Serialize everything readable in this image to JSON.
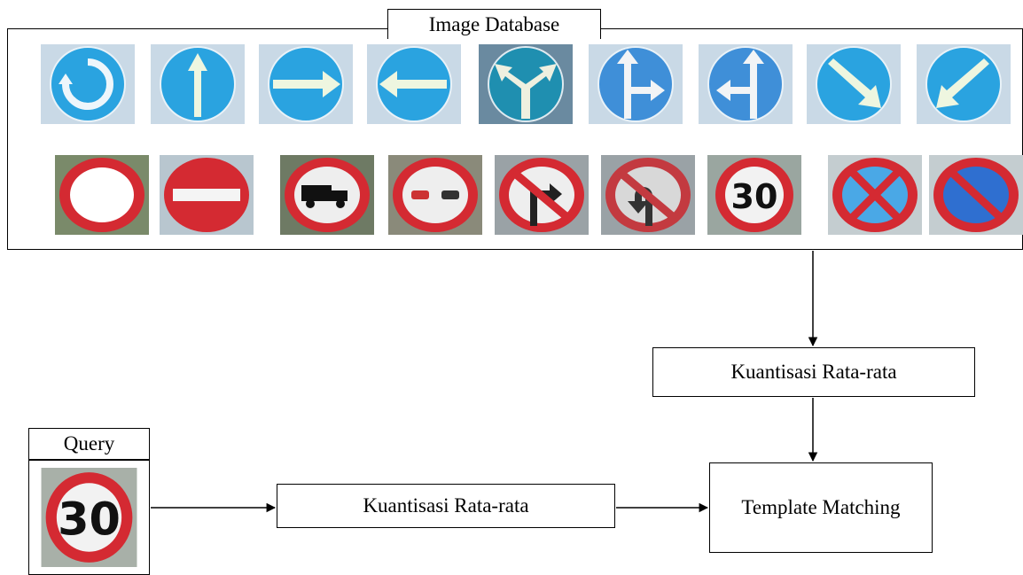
{
  "database": {
    "title": "Image Database"
  },
  "query": {
    "title": "Query",
    "sign": "speed-limit-30",
    "sign_text": "30"
  },
  "blocks": {
    "quant_db": "Kuantisasi Rata-rata",
    "quant_query": "Kuantisasi Rata-rata",
    "template": "Template Matching"
  },
  "signs_row1": [
    {
      "name": "roundabout-sign-icon"
    },
    {
      "name": "straight-ahead-sign-icon"
    },
    {
      "name": "turn-right-sign-icon"
    },
    {
      "name": "turn-left-sign-icon"
    },
    {
      "name": "fork-left-right-sign-icon"
    },
    {
      "name": "straight-or-right-sign-icon"
    },
    {
      "name": "straight-or-left-sign-icon"
    },
    {
      "name": "keep-right-sign-icon"
    },
    {
      "name": "keep-left-sign-icon"
    }
  ],
  "signs_row2": [
    {
      "name": "no-vehicles-sign-icon"
    },
    {
      "name": "no-entry-sign-icon"
    },
    {
      "name": "no-trucks-sign-icon"
    },
    {
      "name": "no-overtaking-sign-icon"
    },
    {
      "name": "no-right-turn-sign-icon"
    },
    {
      "name": "no-u-turn-sign-icon"
    },
    {
      "name": "speed-limit-sign-icon",
      "text": "30"
    },
    {
      "name": "no-stopping-sign-icon"
    },
    {
      "name": "no-parking-sign-icon"
    }
  ],
  "colors": {
    "blue": "#2aa3e0",
    "red": "#d42a32",
    "border": "#000000"
  }
}
